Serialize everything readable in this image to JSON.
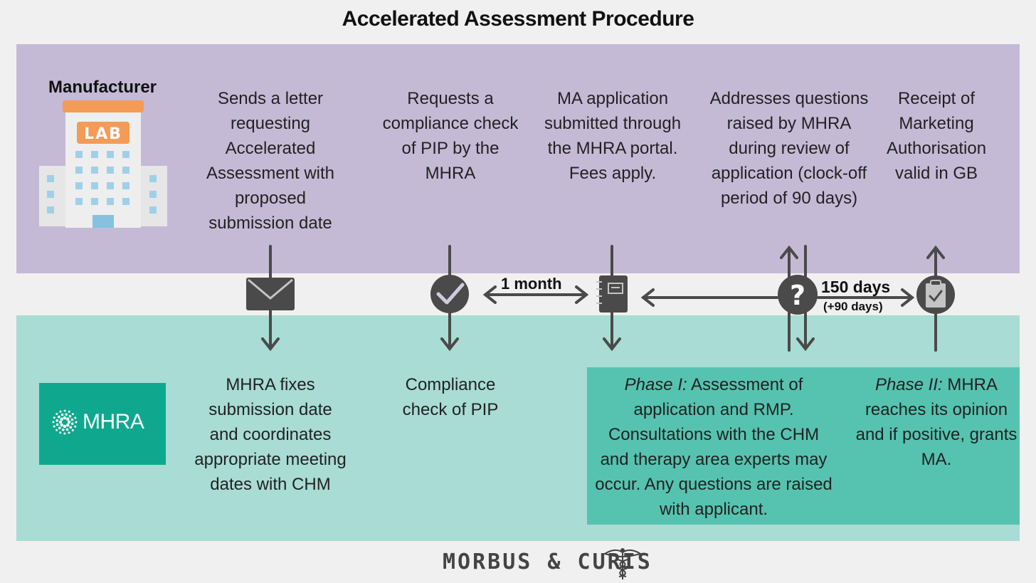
{
  "title": "Accelerated Assessment Procedure",
  "manufacturer": {
    "label": "Manufacturer",
    "logo_text": "LAB",
    "steps": [
      "Sends a letter requesting Accelerated Assessment with proposed submission date",
      "Requests a compliance check of PIP by the MHRA",
      "MA application submitted through the MHRA portal. Fees apply.",
      "Addresses questions raised by MHRA during review of application (clock-off period of 90 days)",
      "Receipt of Marketing Authorisation valid in GB"
    ]
  },
  "mhra": {
    "logo_text": "MHRA",
    "steps": [
      "MHRA fixes submission date and coordinates appropriate meeting dates with CHM",
      "Compliance check of PIP"
    ],
    "phase1_title": "Phase I:",
    "phase1_text": " Assessment of application and RMP. Consultations with the CHM and  therapy area experts may occur. Any questions are raised with applicant.",
    "phase2_title": "Phase II:",
    "phase2_text": " MHRA reaches its opinion and if positive, grants MA."
  },
  "timeline": {
    "interval1": "1 month",
    "interval2": "150 days",
    "interval2_extra": "(+90 days)"
  },
  "icons": [
    "envelope-icon",
    "checkmark-icon",
    "notebook-icon",
    "question-icon",
    "clipboard-check-icon",
    "caduceus-icon",
    "lab-building-icon",
    "mhra-dots-icon"
  ],
  "colors": {
    "manufacturer_band": "#c4bad6",
    "mhra_band": "#a8dcd4",
    "phase_box": "#56c3b0",
    "mhra_logo": "#0fa88f",
    "icon_dark": "#4a4a4a"
  },
  "footer": "MORBUS & CURIS"
}
